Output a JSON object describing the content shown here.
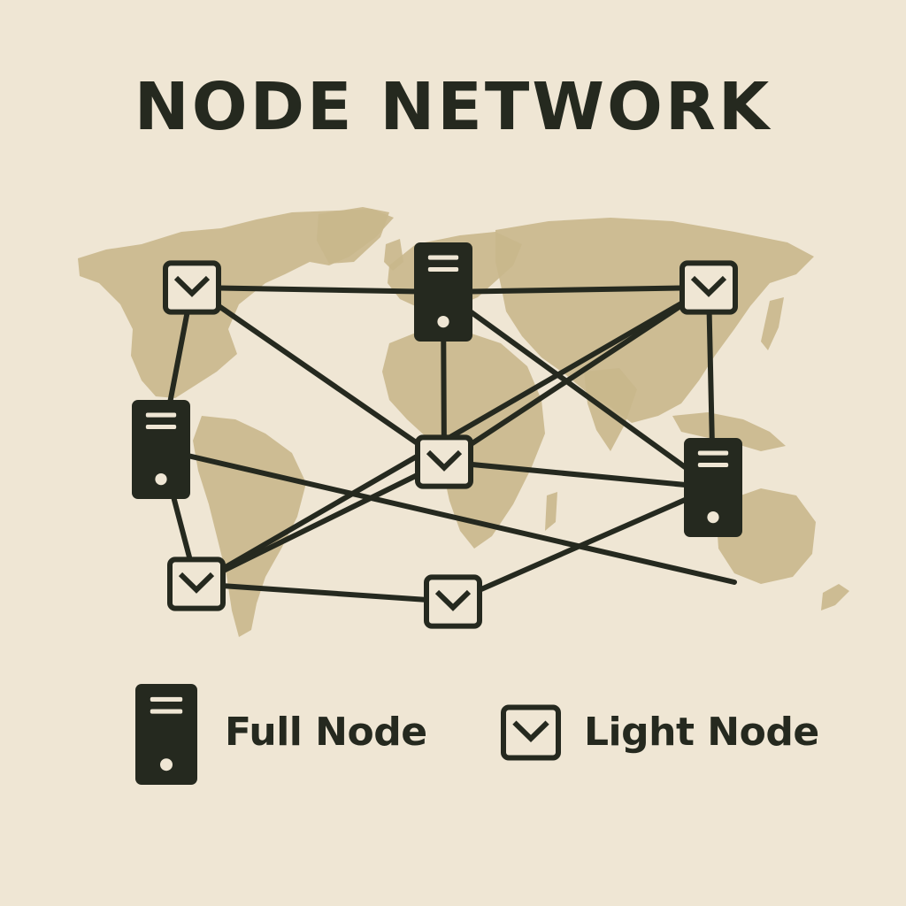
{
  "title": "NODE NETWORK",
  "colors": {
    "background": "#efe6d4",
    "map": "#c9b78c",
    "ink": "#25291f"
  },
  "legend": {
    "full_node_label": "Full Node",
    "light_node_label": "Light Node"
  },
  "network": {
    "nodes": [
      {
        "id": "light-north-america",
        "type": "light"
      },
      {
        "id": "full-europe",
        "type": "full"
      },
      {
        "id": "light-asia",
        "type": "light"
      },
      {
        "id": "full-central-america",
        "type": "full"
      },
      {
        "id": "light-africa",
        "type": "light"
      },
      {
        "id": "full-southeast-asia",
        "type": "full"
      },
      {
        "id": "light-south-america",
        "type": "light"
      },
      {
        "id": "light-south-atlantic",
        "type": "light"
      }
    ],
    "links": [
      [
        "light-north-america",
        "full-europe"
      ],
      [
        "light-north-america",
        "full-central-america"
      ],
      [
        "light-north-america",
        "light-africa"
      ],
      [
        "full-europe",
        "light-asia"
      ],
      [
        "full-europe",
        "light-africa"
      ],
      [
        "full-europe",
        "full-southeast-asia"
      ],
      [
        "light-asia",
        "full-southeast-asia"
      ],
      [
        "light-asia",
        "light-africa"
      ],
      [
        "light-asia",
        "light-south-america"
      ],
      [
        "full-central-america",
        "light-south-america"
      ],
      [
        "full-central-america",
        "full-australia-link"
      ],
      [
        "light-africa",
        "full-southeast-asia"
      ],
      [
        "light-africa",
        "light-south-america"
      ],
      [
        "light-south-america",
        "light-south-atlantic"
      ],
      [
        "light-south-atlantic",
        "full-southeast-asia"
      ]
    ]
  }
}
